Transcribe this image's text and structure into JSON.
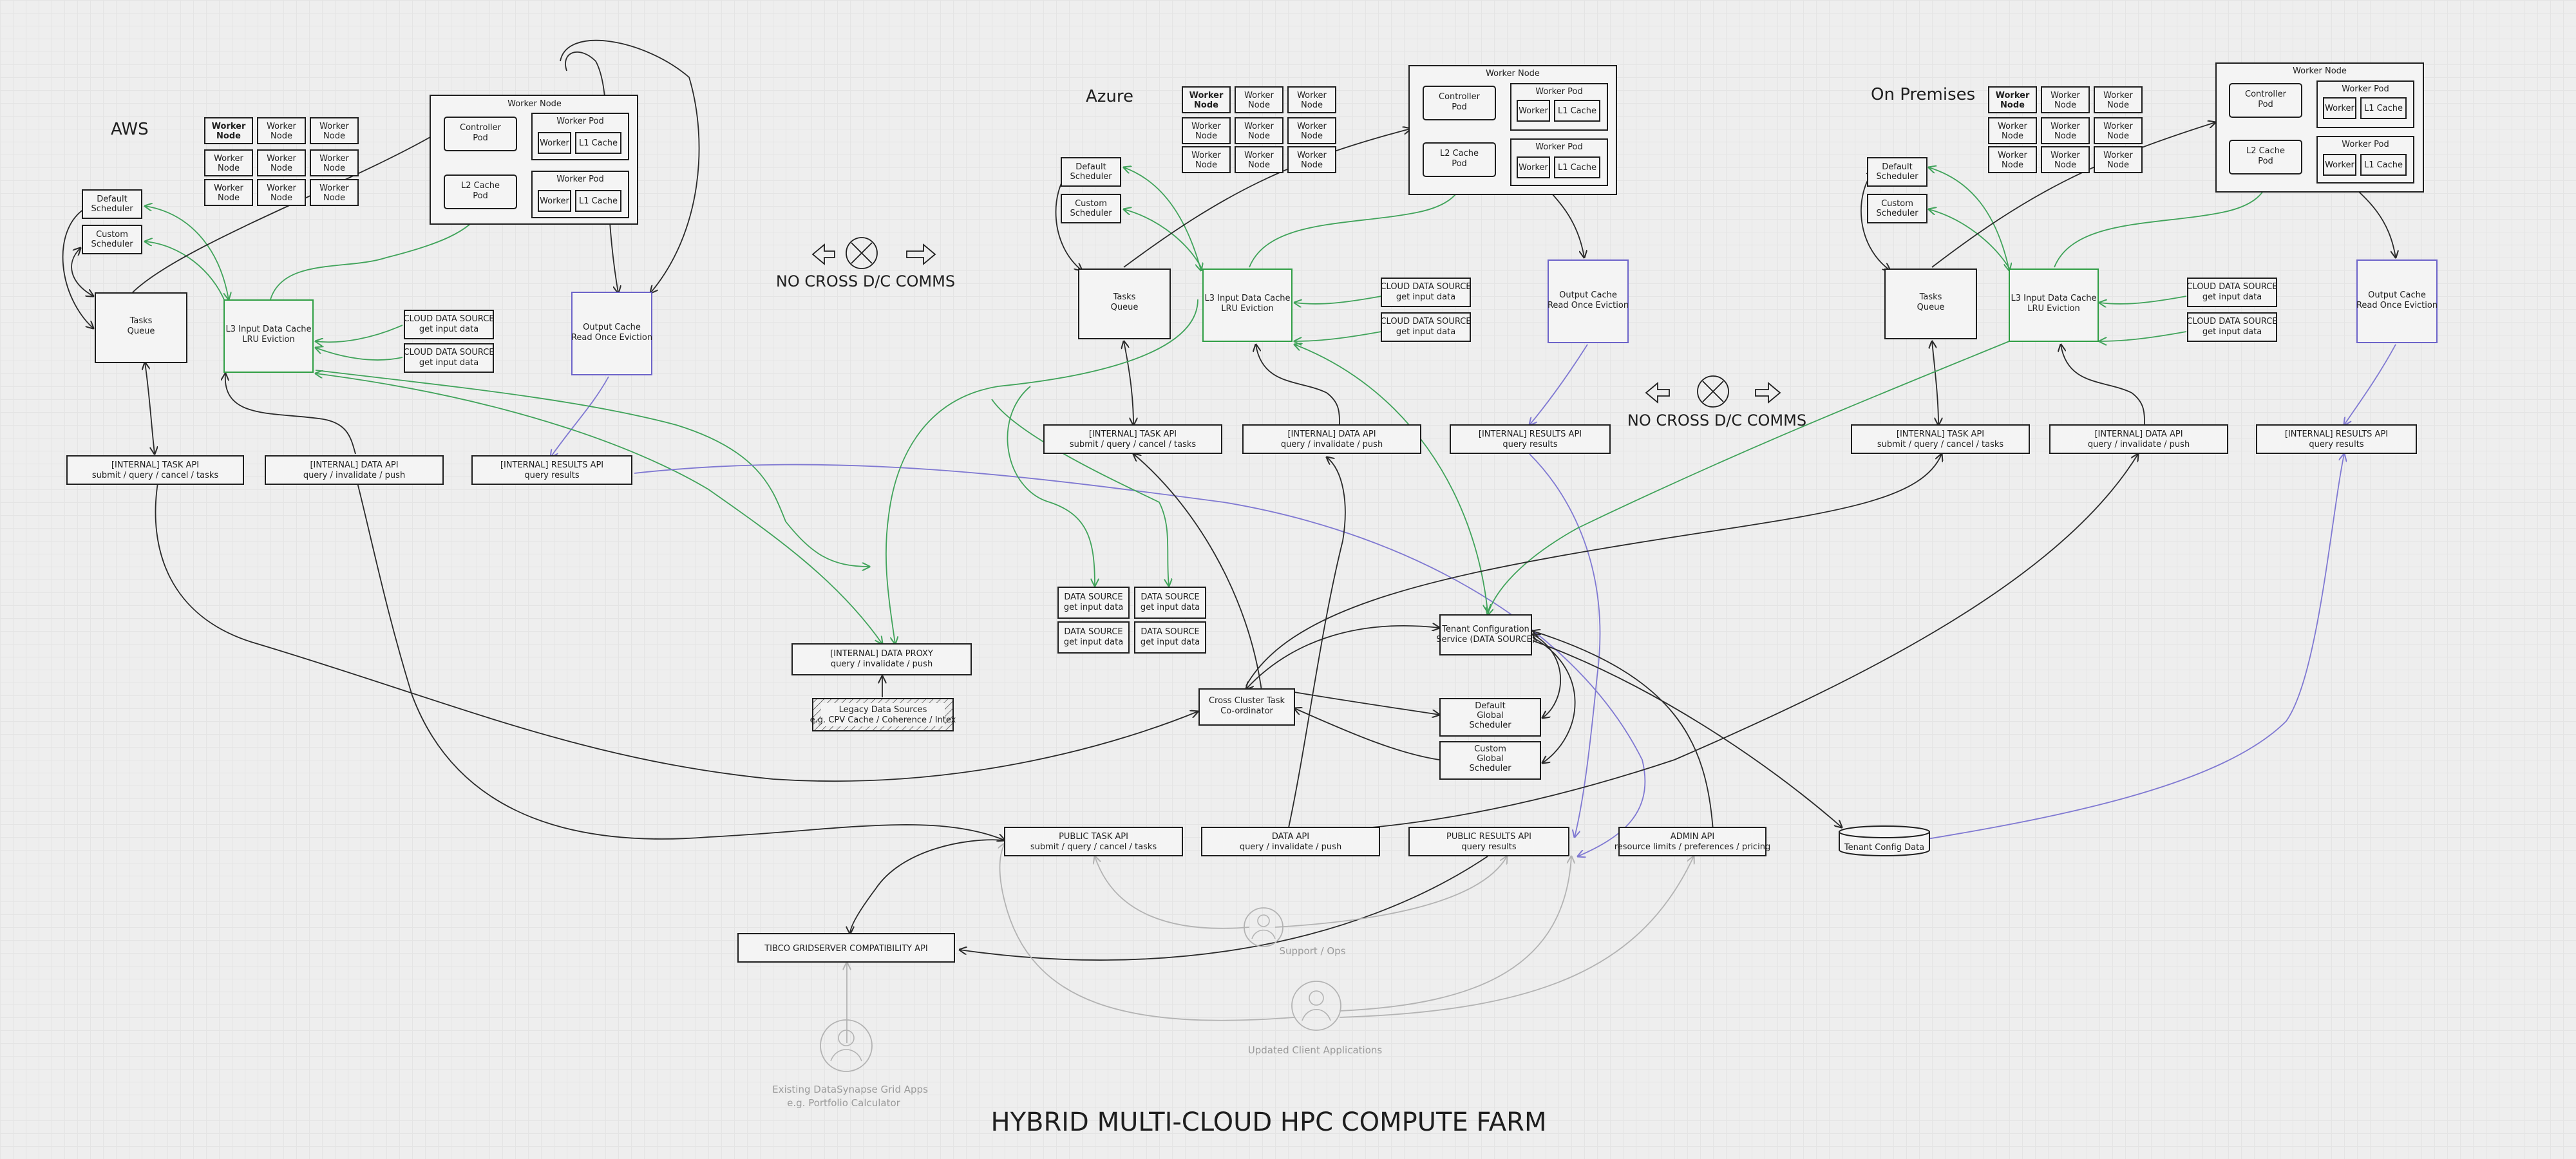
{
  "title": "HYBRID MULTI-CLOUD HPC COMPUTE FARM",
  "no_cross": "NO CROSS D/C COMMS",
  "colors": {
    "green": "#2f9e44",
    "purple": "#6c63c9",
    "ink": "#1e1e1e",
    "grey": "#9a9a9a"
  },
  "regions": {
    "aws": "AWS",
    "azure": "Azure",
    "onprem": "On Premises"
  },
  "common": {
    "worker_node_1": "Worker",
    "worker_node_2": "Node",
    "worker_node_title": "Worker Node",
    "controller_pod_1": "Controller",
    "controller_pod_2": "Pod",
    "l2_cache_1": "L2 Cache",
    "l2_cache_2": "Pod",
    "worker_pod": "Worker Pod",
    "worker": "Worker",
    "l1_cache": "L1 Cache",
    "default_scheduler_1": "Default",
    "default_scheduler_2": "Scheduler",
    "custom_scheduler_1": "Custom",
    "custom_scheduler_2": "Scheduler",
    "tasks_queue_1": "Tasks",
    "tasks_queue_2": "Queue",
    "l3_cache_1": "L3 Input Data Cache",
    "l3_cache_2": "LRU Eviction",
    "cloud_ds_1": "CLOUD DATA SOURCE",
    "cloud_ds_2": "get input data",
    "output_cache_1": "Output Cache",
    "output_cache_2": "Read Once Eviction",
    "task_api_1": "[INTERNAL] TASK API",
    "task_api_2": "submit / query / cancel / tasks",
    "data_api_1": "[INTERNAL] DATA API",
    "data_api_2": "query / invalidate / push",
    "results_api_1": "[INTERNAL] RESULTS API",
    "results_api_2": "query results"
  },
  "central": {
    "data_source_1": "DATA SOURCE",
    "data_source_2": "get input data",
    "data_proxy_1": "[INTERNAL] DATA PROXY",
    "data_proxy_2": "query / invalidate / push",
    "legacy_1": "Legacy Data Sources",
    "legacy_2": "e.g. CPV Cache / Coherence / Intex",
    "tenant_1": "Tenant Configuration",
    "tenant_2": "Service (DATA SOURCE)",
    "coordinator_1": "Cross Cluster Task",
    "coordinator_2": "Co-ordinator",
    "default_global_1": "Default",
    "default_global_2": "Global",
    "default_global_3": "Scheduler",
    "custom_global_1": "Custom",
    "custom_global_2": "Global",
    "custom_global_3": "Scheduler",
    "public_task_1": "PUBLIC TASK API",
    "public_task_2": "submit / query / cancel / tasks",
    "public_data_1": "DATA API",
    "public_data_2": "query / invalidate / push",
    "public_results_1": "PUBLIC RESULTS API",
    "public_results_2": "query results",
    "admin_1": "ADMIN API",
    "admin_2": "resource limits / preferences / pricing",
    "tenant_db": "Tenant Config Data",
    "tibco": "TIBCO GRIDSERVER COMPATIBILITY API",
    "support": "Support / Ops",
    "updated_clients": "Updated Client Applications",
    "existing_1": "Existing DataSynapse Grid Apps",
    "existing_2": "e.g. Portfolio Calculator"
  }
}
